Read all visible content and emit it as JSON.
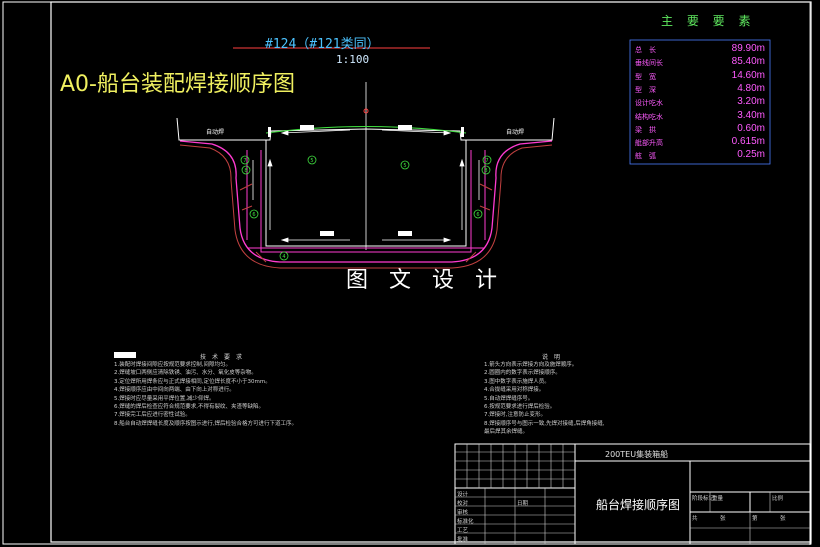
{
  "drawing": {
    "title": "A0-船台装配焊接顺序图",
    "sheet_no": "#124（#121类同）",
    "scale": "1:100",
    "watermark": "图 文 设 计",
    "weld_label_left": "自动焊",
    "weld_label_right": "自动焊",
    "seq_marks": [
      "5",
      "5",
      "7",
      "7",
      "6",
      "6",
      "8",
      "8",
      "4"
    ],
    "colors": {
      "frame": "#ffffff",
      "hull": "#ff3bd0",
      "weld": "#c04040",
      "title": "#f0f060",
      "params": "#ff5bff"
    }
  },
  "params": {
    "title": "主 要 要 素",
    "rows": [
      {
        "label": "总　长",
        "value": "89.90m"
      },
      {
        "label": "垂线间长",
        "value": "85.40m"
      },
      {
        "label": "型　宽",
        "value": "14.60m"
      },
      {
        "label": "型　深",
        "value": "4.80m"
      },
      {
        "label": "设计吃水",
        "value": "3.20m"
      },
      {
        "label": "结构吃水",
        "value": "3.40m"
      },
      {
        "label": "梁　拱",
        "value": "0.60m"
      },
      {
        "label": "舭部升高",
        "value": "0.615m"
      },
      {
        "label": "舷　弧",
        "value": "0.25m"
      }
    ]
  },
  "notes_left": {
    "title": "技　术　要　求",
    "lines": [
      "1.装配时焊接间隙应按规范要求控制,间隙均匀。",
      "2.焊缝坡口两侧应清除铁锈、油污、水分、氧化皮等杂物。",
      "3.定位焊所用焊条应与正式焊接相同,定位焊长度不小于30mm。",
      "4.焊接顺序应由中间向两端、由下向上对称进行。",
      "5.焊接时应尽量采用平焊位置,减少仰焊。",
      "6.焊缝的焊后检查应符合规范要求,不得有裂纹、夹渣等缺陷。",
      "7.焊接完工后应进行密性试验。",
      "8.船台自动焊焊缝长度及顺序按图示进行,焊后检验合格方可进行下道工序。"
    ]
  },
  "notes_right": {
    "title": "说　明",
    "lines": [
      "1.箭头方向表示焊接方向及施焊顺序。",
      "2.圆圈内的数字表示焊接顺序。",
      "3.图中数字表示施焊人员。",
      "4.合拢缝采用对称焊接。",
      "5.自动焊焊缝序号。",
      "6.按规范要求进行焊后检验。",
      "7.焊接时,注意防止变形。",
      "8.焊接顺序号与图示一致,先焊对接缝,后焊角接缝,",
      "  最后焊其余焊缝。"
    ]
  },
  "title_block": {
    "project": "200TEU集装箱船",
    "drawing_name": "船台焊接顺序图",
    "cells": [
      "设计",
      "校对",
      "审核",
      "标准化",
      "工艺",
      "批准",
      "日期",
      "阶段标记",
      "重量",
      "比例",
      "共",
      "张",
      "第",
      "张"
    ]
  }
}
